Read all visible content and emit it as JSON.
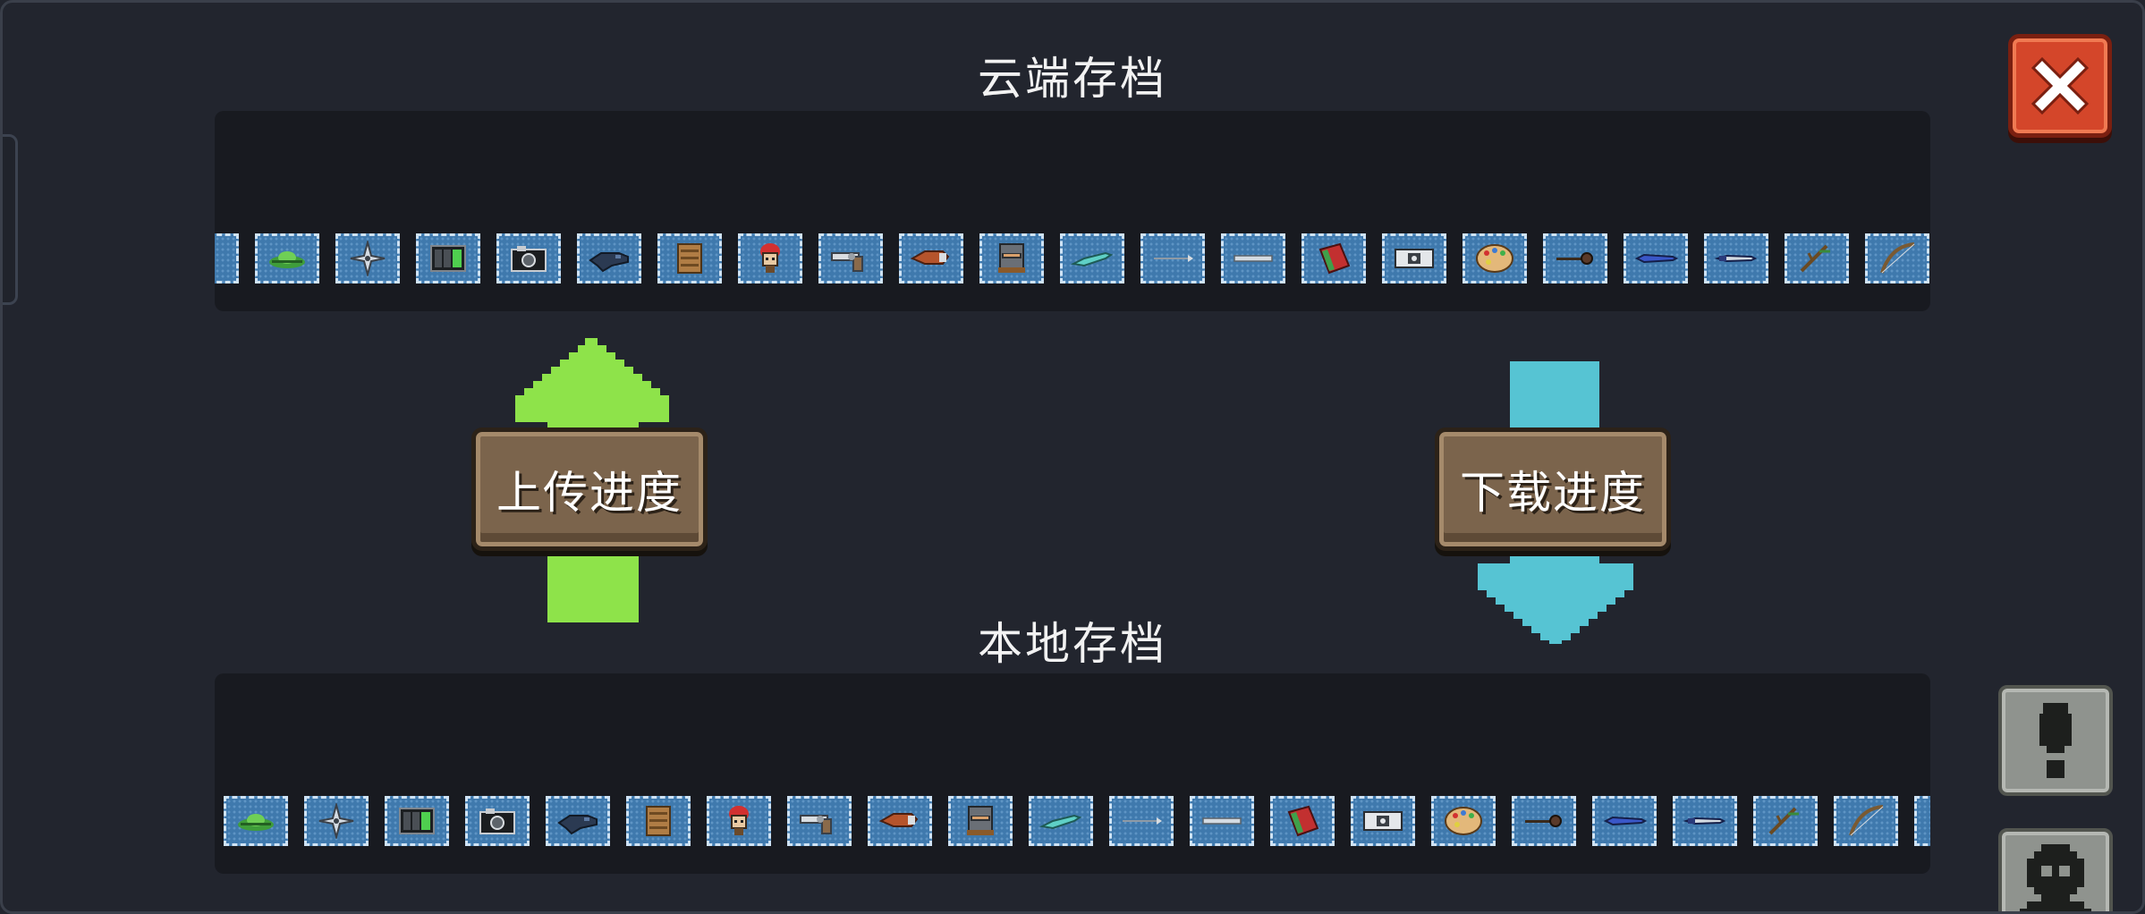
{
  "cloud": {
    "title": "云端存档"
  },
  "local": {
    "title": "本地存档"
  },
  "actions": {
    "upload_label": "上传进度",
    "download_label": "下载进度"
  },
  "colors": {
    "upload_arrow": "#8ee34a",
    "download_arrow": "#56c4d3",
    "close_button": "#d4462a",
    "slot_fill": "#3f79ad"
  },
  "icons": {
    "close": "close-x-icon",
    "side_top": "exclamation-icon",
    "side_bottom": "character-silhouette-icon"
  },
  "cloud_items": [
    "partial-item",
    "ufo-hat",
    "ninja-star",
    "battery",
    "camera",
    "fish-gun",
    "wooden-crate",
    "red-cap-character",
    "revolver",
    "drill",
    "knight-helmet",
    "crystal-spear",
    "thin-spear",
    "rod",
    "red-book",
    "ticket",
    "palette",
    "mace",
    "blue-dagger",
    "dark-dagger",
    "branch-staff",
    "bow"
  ],
  "local_items": [
    "ufo-hat",
    "ninja-star",
    "battery",
    "camera",
    "fish-gun",
    "wooden-crate",
    "red-cap-character",
    "revolver",
    "drill",
    "knight-helmet",
    "crystal-spear",
    "thin-spear",
    "rod",
    "red-book",
    "ticket",
    "palette",
    "mace",
    "blue-dagger",
    "dark-dagger",
    "branch-staff",
    "bow",
    "partial-item"
  ]
}
